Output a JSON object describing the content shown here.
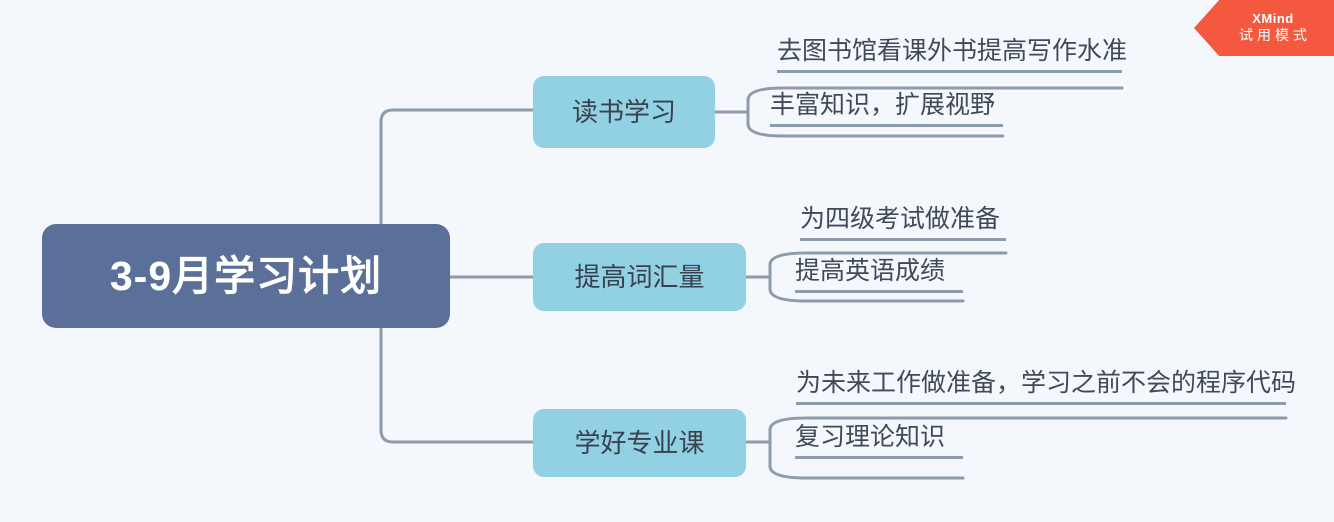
{
  "canvas": {
    "background_color": "#f4f8fc",
    "connector_color": "#8d9bab"
  },
  "watermark": {
    "brand": "XMind",
    "mode": "试用模式",
    "background_color": "#f4593f",
    "text_color": "#ffffff"
  },
  "mindmap": {
    "root": {
      "label": "3-9月学习计划",
      "background_color": "#5b7099",
      "text_color": "#ffffff"
    },
    "branches": [
      {
        "label": "读书学习",
        "background_color": "#92d0e4",
        "text_color": "#37424f",
        "leaves": [
          {
            "label": "去图书馆看课外书提高写作水准"
          },
          {
            "label": "丰富知识，扩展视野"
          }
        ]
      },
      {
        "label": "提高词汇量",
        "background_color": "#92d0e4",
        "text_color": "#37424f",
        "leaves": [
          {
            "label": "为四级考试做准备"
          },
          {
            "label": "提高英语成绩"
          }
        ]
      },
      {
        "label": "学好专业课",
        "background_color": "#92d0e4",
        "text_color": "#37424f",
        "leaves": [
          {
            "label": "为未来工作做准备，学习之前不会的程序代码"
          },
          {
            "label": "复习理论知识"
          }
        ]
      }
    ]
  }
}
